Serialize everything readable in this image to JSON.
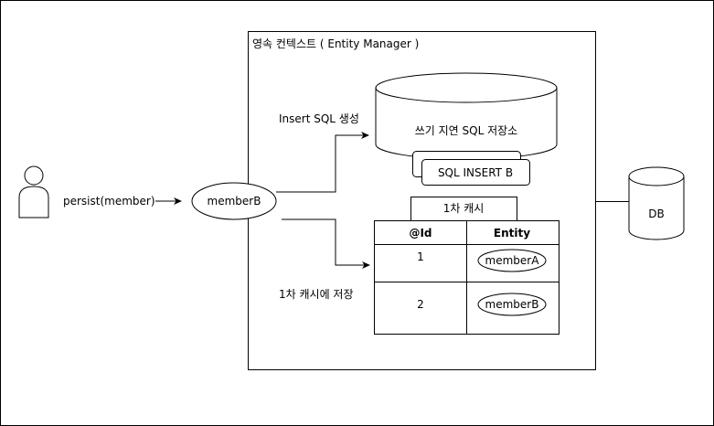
{
  "context": {
    "title": "영속 컨텍스트 ( Entity Manager )"
  },
  "actor": {
    "action_label": "persist(member)"
  },
  "entity_node": {
    "label": "memberB"
  },
  "write_store": {
    "label": "쓰기 지연 SQL 저장소",
    "sql_item": "SQL INSERT B"
  },
  "edges": {
    "insert_label": "Insert SQL 생성",
    "cache_label": "1차 캐시에 저장"
  },
  "cache": {
    "title": "1차 캐시",
    "headers": {
      "id": "@Id",
      "entity": "Entity"
    },
    "rows": [
      {
        "id": "1",
        "entity": "memberA"
      },
      {
        "id": "2",
        "entity": "memberB"
      }
    ]
  },
  "db": {
    "label": "DB"
  }
}
